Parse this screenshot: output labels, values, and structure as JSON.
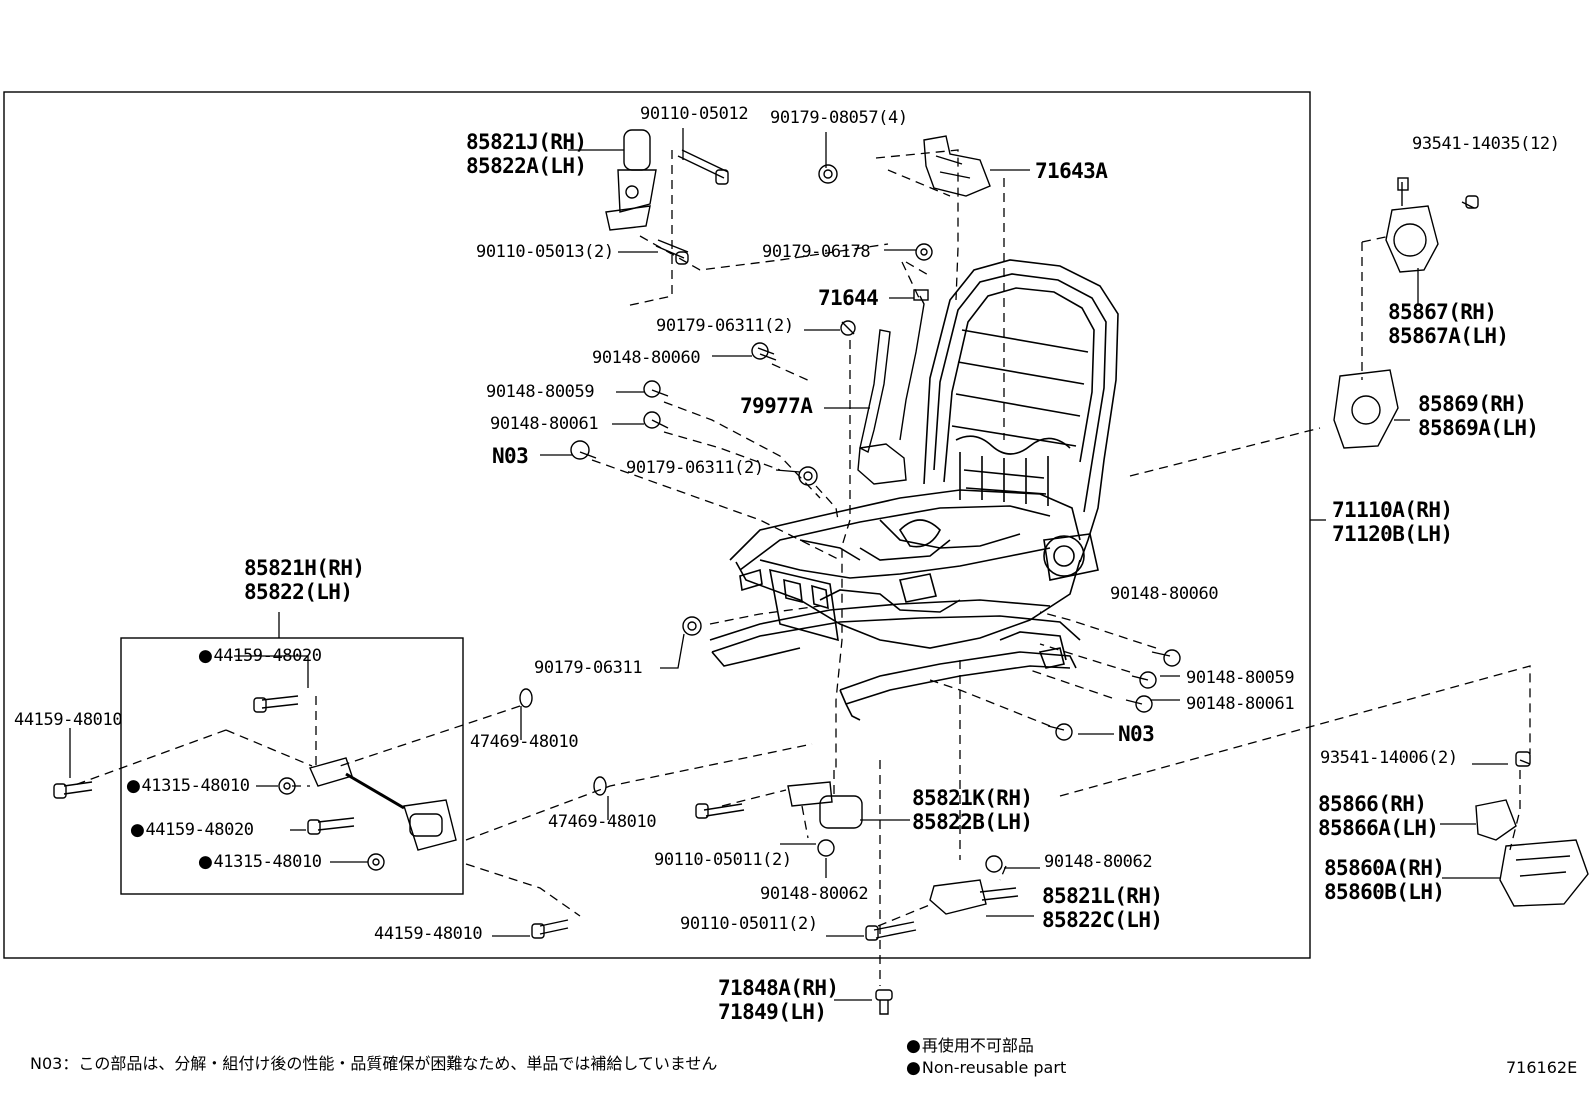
{
  "labels": {
    "p90110_05012": "90110-05012",
    "p85821J": "85821J(RH)",
    "p85822A": "85822A(LH)",
    "p90179_08057": "90179-08057(4)",
    "p71643A": "71643A",
    "p93541_14035": "93541-14035(12)",
    "p90110_05013": "90110-05013(2)",
    "p90179_06178": "90179-06178",
    "p71644": "71644",
    "p85867": "85867(RH)",
    "p85867A": "85867A(LH)",
    "p90179_06311_a": "90179-06311(2)",
    "p90148_80060_a": "90148-80060",
    "p90148_80059_a": "90148-80059",
    "p79977A": "79977A",
    "p85869": "85869(RH)",
    "p85869A": "85869A(LH)",
    "p90148_80061_a": "90148-80061",
    "pN03_a": "N03",
    "p90179_06311_b": "90179-06311(2)",
    "p71110A": "71110A(RH)",
    "p71120B": "71120B(LH)",
    "p85821H": "85821H(RH)",
    "p85822": "85822(LH)",
    "p44159_48020_a": "44159-48020",
    "p44159_48010_a": "44159-48010",
    "p47469_48010_a": "47469-48010",
    "p41315_48010_a": "41315-48010",
    "p44159_48020_b": "44159-48020",
    "p41315_48010_b": "41315-48010",
    "p90148_80060_b": "90148-80060",
    "p90179_06311_c": "90179-06311",
    "p90148_80059_b": "90148-80059",
    "p90148_80061_b": "90148-80061",
    "pN03_b": "N03",
    "p93541_14006": "93541-14006(2)",
    "p47469_48010_b": "47469-48010",
    "p85821K": "85821K(RH)",
    "p85822B": "85822B(LH)",
    "p85866": "85866(RH)",
    "p85866A": "85866A(LH)",
    "p90110_05011_a": "90110-05011(2)",
    "p90148_80062_a": "90148-80062",
    "p85860A": "85860A(RH)",
    "p85860B": "85860B(LH)",
    "p90148_80062_b": "90148-80062",
    "p85821L": "85821L(RH)",
    "p85822C": "85822C(LH)",
    "p44159_48010_b": "44159-48010",
    "p90110_05011_b": "90110-05011(2)",
    "p71848A": "71848A(RH)",
    "p71849": "71849(LH)"
  },
  "footer": {
    "note_jp": "N03：この部品は、分解・組付け後の性能・品質確保が困難なため、単品では補給していません",
    "legend_jp": "再使用不可部品",
    "legend_en": "Non-reusable part",
    "diagram_id": "716162E"
  },
  "colors": {
    "ink": "#000000",
    "background": "#ffffff"
  }
}
